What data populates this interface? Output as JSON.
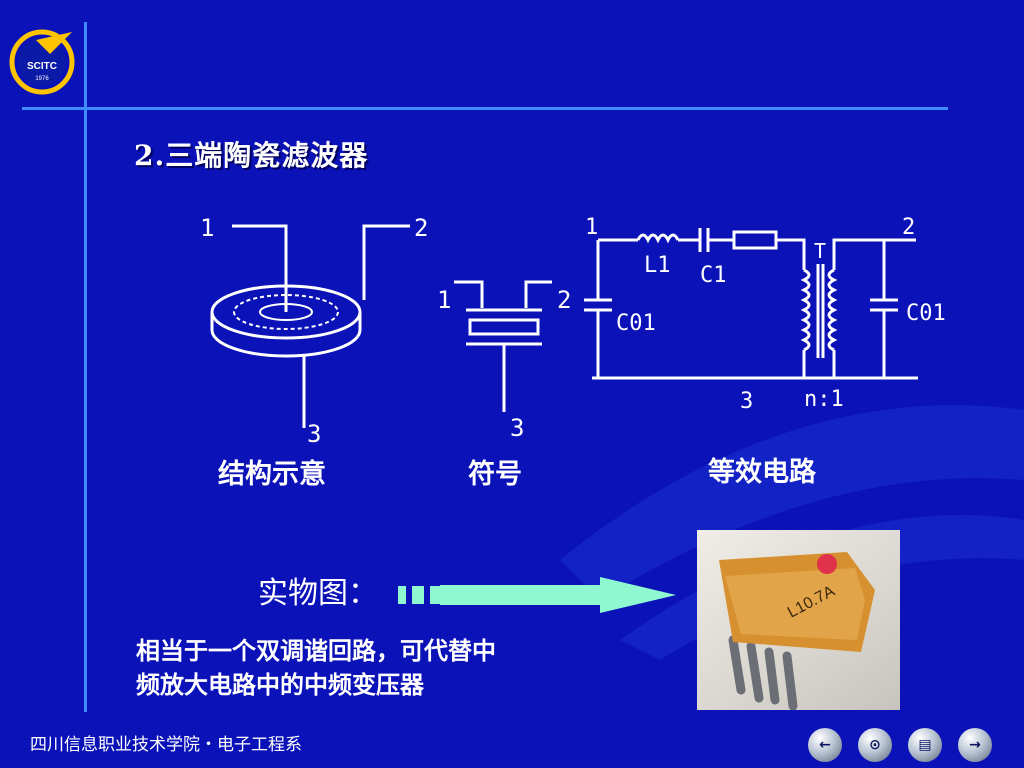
{
  "slide": {
    "title": "2.三端陶瓷滤波器",
    "logo": {
      "text": "SCITC",
      "year": "1976"
    },
    "figure": {
      "captions": {
        "structure": "结构示意",
        "symbol": "符号",
        "equivalent": "等效电路"
      },
      "structure_pins": [
        "1",
        "2",
        "3"
      ],
      "symbol_pins": [
        "1",
        "2",
        "3"
      ],
      "circuit": {
        "terminal_1": "1",
        "terminal_2": "2",
        "terminal_3": "3",
        "inductor": "L1",
        "capacitor": "C1",
        "cap_left": "C01",
        "cap_right": "C01",
        "transformer": "T",
        "ratio": "n:1"
      }
    },
    "photo": {
      "label": "实物图：",
      "part_marking": "L10.7A"
    },
    "description": [
      "相当于一个双调谐回路，可代替中",
      "频放大电路中的中频变压器"
    ],
    "footer": "四川信息职业技术学院・电子工程系",
    "nav": {
      "prev": "←",
      "home": "⊙",
      "menu": "▤",
      "next": "→"
    }
  },
  "colors": {
    "background": "#0a12b8",
    "rule": "#3f8cff",
    "arrow": "#8ff8d0",
    "text": "#ffffff"
  }
}
